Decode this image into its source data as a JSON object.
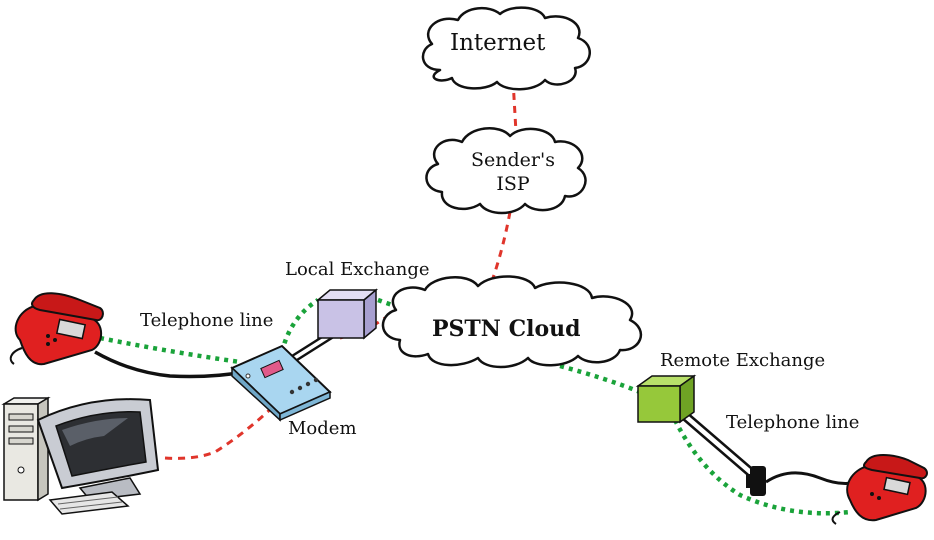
{
  "nodes": {
    "internet": {
      "label": "Internet"
    },
    "isp": {
      "label_line1": "Sender's",
      "label_line2": "ISP"
    },
    "pstn": {
      "label": "PSTN Cloud"
    },
    "local_exchange": {
      "label": "Local Exchange"
    },
    "remote_exchange": {
      "label": "Remote Exchange"
    },
    "modem": {
      "label": "Modem"
    },
    "telephone_line_left": {
      "label": "Telephone line"
    },
    "telephone_line_right": {
      "label": "Telephone line"
    }
  },
  "colors": {
    "data_path": "#e0352b",
    "voice_path": "#1aa33a",
    "local_exchange_box": "#c9c2e6",
    "remote_exchange_box": "#96c83a",
    "phone": "#e02020",
    "modem": "#a9d6f0",
    "monitor": "#c9ccd3"
  }
}
